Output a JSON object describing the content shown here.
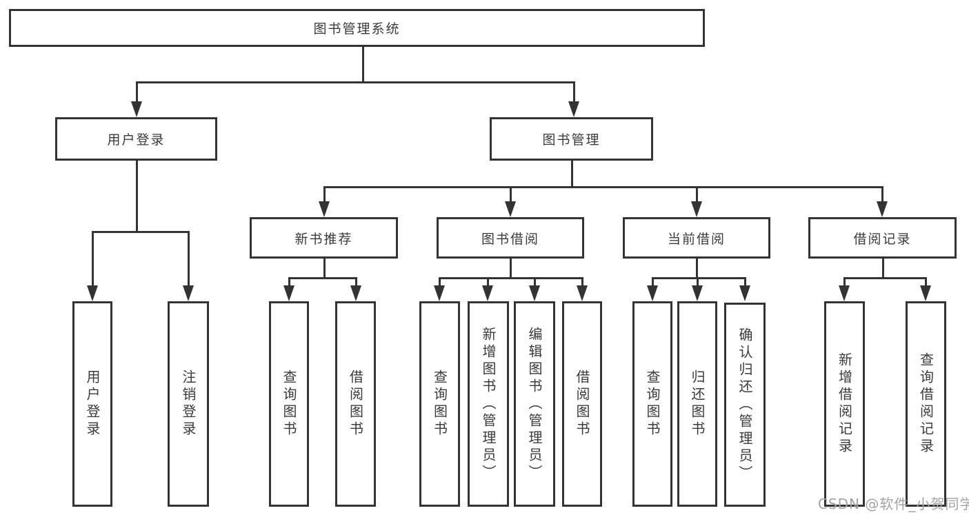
{
  "diagram": {
    "type": "hierarchy-tree",
    "colors": {
      "line": "#333333",
      "node_border": "#333333",
      "text": "#3a3a3a",
      "background": "#ffffff",
      "watermark_text_color": "#a3a3a3"
    },
    "root": {
      "label": "图书管理系统"
    },
    "level2": [
      {
        "label": "用户登录"
      },
      {
        "label": "图书管理"
      }
    ],
    "level3": [
      {
        "parent": "图书管理",
        "label": "新书推荐"
      },
      {
        "parent": "图书管理",
        "label": "图书借阅"
      },
      {
        "parent": "图书管理",
        "label": "当前借阅"
      },
      {
        "parent": "图书管理",
        "label": "借阅记录"
      }
    ],
    "leaves": [
      {
        "parent": "用户登录",
        "label": "用户登录"
      },
      {
        "parent": "用户登录",
        "label": "注销登录"
      },
      {
        "parent": "新书推荐",
        "label": "查询图书"
      },
      {
        "parent": "新书推荐",
        "label": "借阅图书"
      },
      {
        "parent": "图书借阅",
        "label": "查询图书"
      },
      {
        "parent": "图书借阅",
        "label": "新增图书（管理员）"
      },
      {
        "parent": "图书借阅",
        "label": "编辑图书（管理员）"
      },
      {
        "parent": "图书借阅",
        "label": "借阅图书"
      },
      {
        "parent": "当前借阅",
        "label": "查询图书"
      },
      {
        "parent": "当前借阅",
        "label": "归还图书"
      },
      {
        "parent": "当前借阅",
        "label": "确认归还（管理员）"
      },
      {
        "parent": "借阅记录",
        "label": "新增借阅记录"
      },
      {
        "parent": "借阅记录",
        "label": "查询借阅记录"
      }
    ],
    "watermark": "CSDN @软件_小贺同学"
  }
}
